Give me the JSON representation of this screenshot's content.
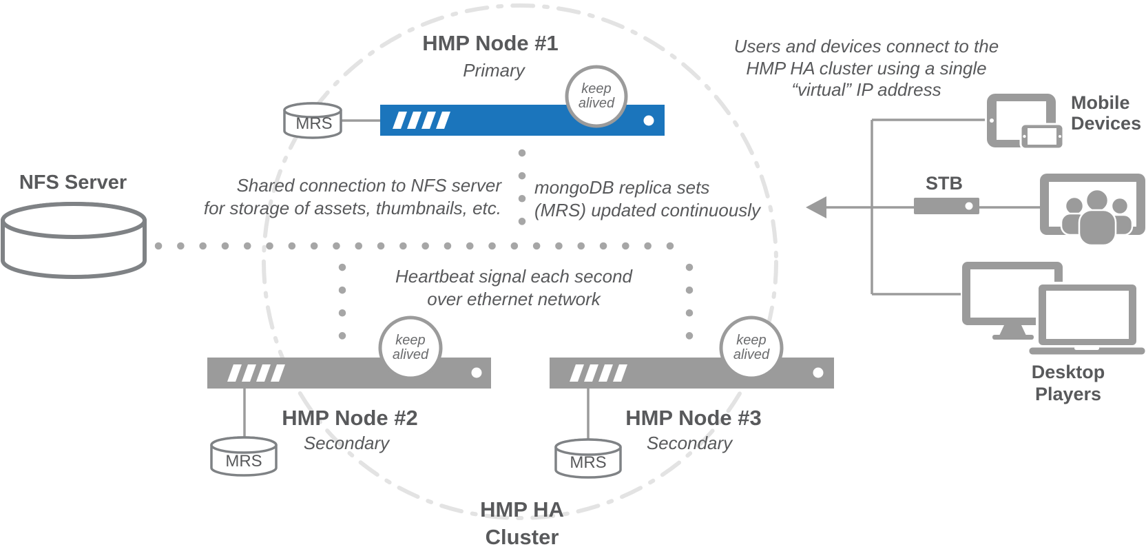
{
  "cluster": {
    "label": "HMP HA\nCluster"
  },
  "nfs": {
    "label": "NFS Server"
  },
  "nodes": [
    {
      "title": "HMP Node #1",
      "role": "Primary",
      "db_label": "MRS",
      "badge": "keep\nalived"
    },
    {
      "title": "HMP Node #2",
      "role": "Secondary",
      "db_label": "MRS",
      "badge": "keep\nalived"
    },
    {
      "title": "HMP Node #3",
      "role": "Secondary",
      "db_label": "MRS",
      "badge": "keep\nalived"
    }
  ],
  "annotations": {
    "virtual_ip": "Users and devices connect to the\nHMP HA cluster using a single\n“virtual” IP address",
    "nfs_shared": "Shared connection to NFS server\nfor storage of assets, thumbnails, etc.",
    "mongodb": "mongoDB replica sets\n(MRS) updated continuously",
    "heartbeat": "Heartbeat signal each second\nover ethernet network"
  },
  "devices": {
    "mobile_label": "Mobile\nDevices",
    "stb_label": "STB",
    "desktop_label": "Desktop Players"
  },
  "colors": {
    "primary_blue": "#1b75bc",
    "gray": "#9b9b9b",
    "text": "#58595b",
    "dots": "#a6a6a6",
    "dash": "#e3e3e3"
  }
}
